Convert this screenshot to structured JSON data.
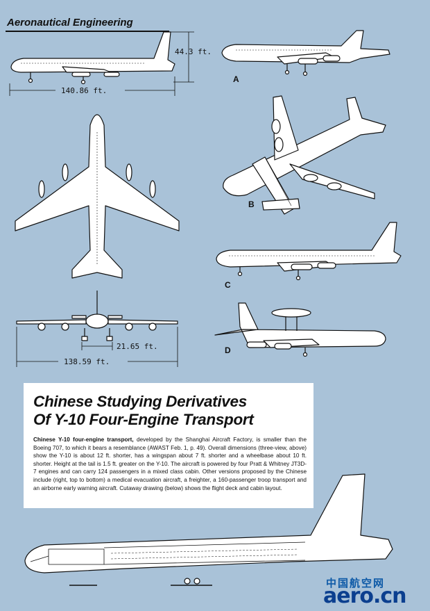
{
  "header": {
    "section_title": "Aeronautical Engineering"
  },
  "three_view": {
    "height_dim": "44.3 ft.",
    "length_dim": "140.86 ft.",
    "wheelbase_dim": "21.65 ft.",
    "span_dim": "138.59 ft."
  },
  "variants": {
    "a": "A",
    "b": "B",
    "c": "C",
    "d": "D"
  },
  "article": {
    "title_line1": "Chinese Studying Derivatives",
    "title_line2": "Of Y-10 Four-Engine Transport",
    "lead": "Chinese Y-10 four-engine transport,",
    "body": "developed by the Shanghai Aircraft Factory, is smaller than the Boeing 707, to which it bears a resemblance (AWAST Feb. 1, p. 49). Overall dimensions (three-view, above) show the Y-10 is about 12 ft. shorter, has a wingspan about 7 ft. shorter and a wheelbase about 10 ft. shorter. Height at the tail is 1.5 ft. greater on the Y-10. The aircraft is powered by four Pratt & Whitney JT3D-7 engines and can carry 124 passengers in a mixed class cabin. Other versions proposed by the Chinese include (right, top to bottom) a medical evacuation aircraft, a freighter, a 160-passenger troop transport and an airborne early warning aircraft. Cutaway drawing (below) shows the flight deck and cabin layout."
  },
  "watermark": {
    "cn": "中国航空网",
    "logo": "aero.cn"
  },
  "colors": {
    "background": "#a9c2d8",
    "ink": "#111111",
    "panel": "#ffffff",
    "watermark": "#0b3f8f"
  }
}
